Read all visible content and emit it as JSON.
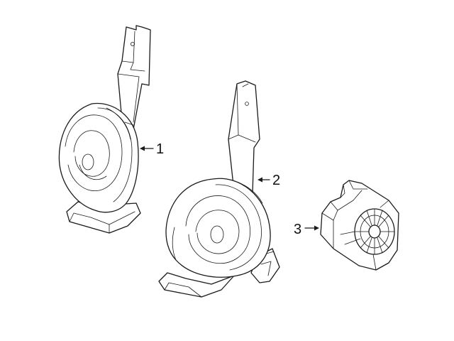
{
  "callouts": {
    "part1": "1",
    "part2": "2",
    "part3": "3"
  },
  "colors": {
    "line": "#1a1a1a",
    "background": "#ffffff"
  }
}
